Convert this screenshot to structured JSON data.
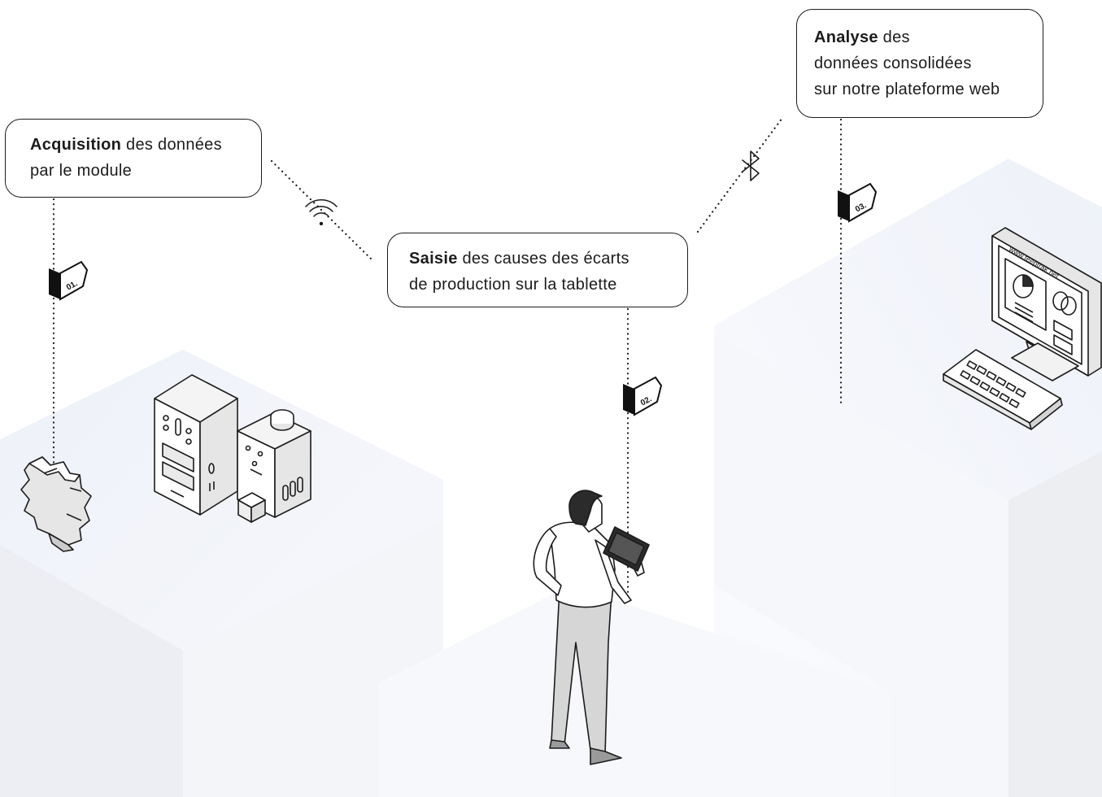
{
  "steps": [
    {
      "number": "01.",
      "title": "Acquisition",
      "line1_rest": " des données",
      "line2": "par le module"
    },
    {
      "number": "02.",
      "title": "Saisie",
      "line1_rest": " des causes des écarts",
      "line2": "de production sur la tablette"
    },
    {
      "number": "03.",
      "title": "Analyse",
      "line1_rest": " des",
      "line2": "données consolidées",
      "line3": "sur notre plateforme web"
    }
  ],
  "screen_url": "www.teeptrak.net",
  "icons": [
    "wifi-icon",
    "bluetooth-icon"
  ],
  "colors": {
    "text": "#1c1c1c",
    "floor": "#f2f4fa",
    "floor_shadow": "#e4e6ed",
    "device_fill": "#e9e9e9",
    "tag": "#111111"
  }
}
